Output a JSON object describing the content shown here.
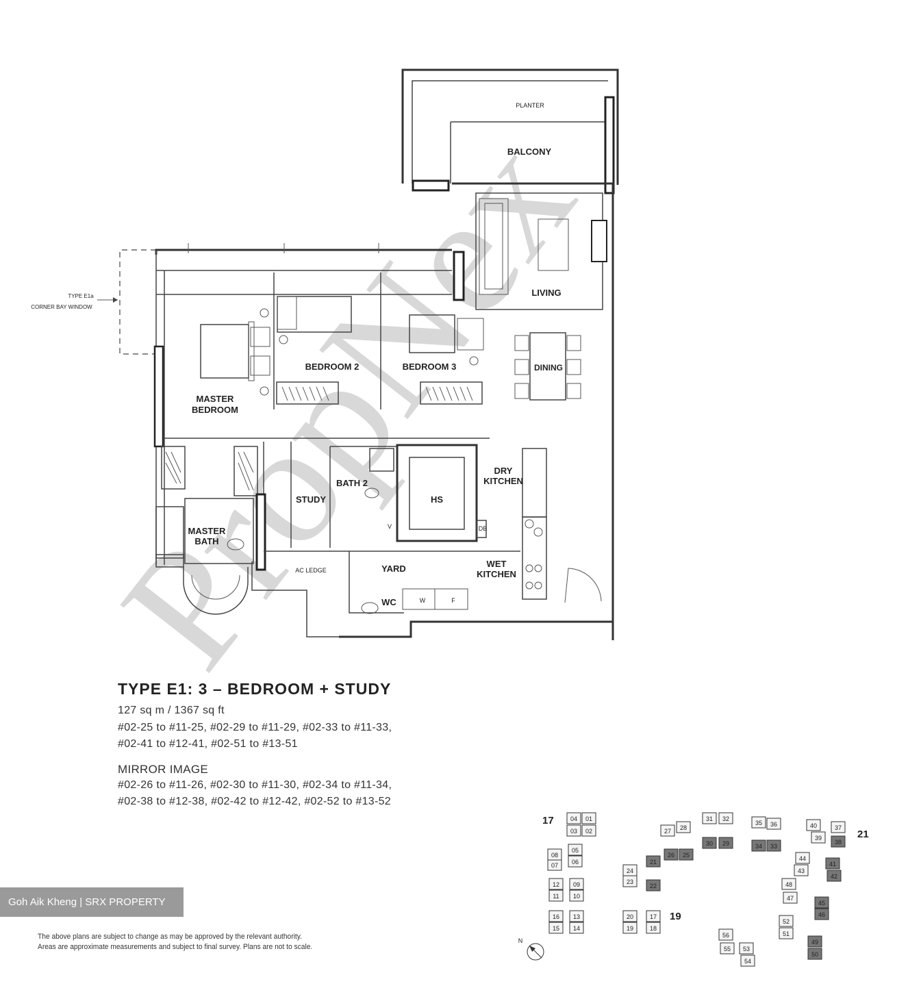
{
  "rooms": {
    "planter": "PLANTER",
    "balcony": "BALCONY",
    "living": "LIVING",
    "dining": "DINING",
    "bedroom2": "BEDROOM 2",
    "bedroom3": "BEDROOM 3",
    "master_bedroom_1": "MASTER",
    "master_bedroom_2": "BEDROOM",
    "study": "STUDY",
    "bath2": "BATH 2",
    "hs": "HS",
    "dry_kitchen_1": "DRY",
    "dry_kitchen_2": "KITCHEN",
    "db": "DB",
    "master_bath_1": "MASTER",
    "master_bath_2": "BATH",
    "ac_ledge": "AC LEDGE",
    "yard": "YARD",
    "wet_kitchen_1": "WET",
    "wet_kitchen_2": "KITCHEN",
    "wc": "WC",
    "w": "W",
    "f": "F",
    "v": "V"
  },
  "bay_window": {
    "line1": "TYPE E1a",
    "line2": "CORNER BAY WINDOW"
  },
  "watermark": "PropNex",
  "unit": {
    "title": "TYPE E1: 3 – BEDROOM + STUDY",
    "area": "127 sq m / 1367 sq ft",
    "units_line1": "#02-25 to #11-25, #02-29 to #11-29, #02-33 to #11-33,",
    "units_line2": "#02-41 to #12-41, #02-51 to #13-51",
    "mirror_title": "MIRROR IMAGE",
    "mirror_line1": "#02-26 to #11-26, #02-30 to #11-30, #02-34 to #11-34,",
    "mirror_line2": "#02-38 to #12-38, #02-42 to #12-42, #02-52 to #13-52"
  },
  "agent": "Goh Aik Kheng | SRX PROPERTY",
  "disclaimer": {
    "line1": "The above plans are subject to change as may be approved by the relevant authority.",
    "line2": "Areas are approximate measurements and subject to final survey. Plans are not to scale."
  },
  "keyplan": {
    "north": "N",
    "blocks": [
      "17",
      "19",
      "21"
    ],
    "units": [
      "01",
      "02",
      "03",
      "04",
      "05",
      "06",
      "07",
      "08",
      "09",
      "10",
      "11",
      "12",
      "13",
      "14",
      "15",
      "16",
      "17",
      "18",
      "19",
      "20",
      "21",
      "22",
      "23",
      "24",
      "25",
      "26",
      "27",
      "28",
      "29",
      "30",
      "31",
      "32",
      "33",
      "34",
      "35",
      "36",
      "37",
      "38",
      "39",
      "40",
      "41",
      "42",
      "43",
      "44",
      "45",
      "46",
      "47",
      "48",
      "49",
      "50",
      "51",
      "52",
      "53",
      "54",
      "55",
      "56"
    ],
    "highlighted": [
      "21",
      "22",
      "25",
      "26",
      "29",
      "30",
      "33",
      "34",
      "38",
      "41",
      "42",
      "45",
      "46",
      "49",
      "50"
    ]
  }
}
